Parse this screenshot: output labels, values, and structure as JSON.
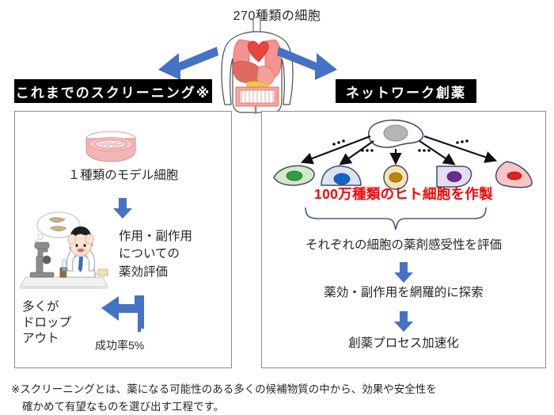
{
  "title": "270種類の細胞",
  "banners": {
    "left": "これまでのスクリーニング※",
    "right": "ネットワーク創薬"
  },
  "left_panel": {
    "model_cells": "１種類のモデル細胞",
    "evaluation_line1": "作用・副作用",
    "evaluation_line2": "についての",
    "evaluation_line3": "薬効評価",
    "dropout_line1": "多くが",
    "dropout_line2": "ドロップ",
    "dropout_line3": "アウト",
    "success_rate": "成功率5%",
    "petri_dish_icon": "petri-dish-icon",
    "scientist_icon": "distressed-scientist-icon"
  },
  "right_panel": {
    "make_cells": "100万種類のヒト細胞を作製",
    "sensitivity": "それぞれの細胞の薬剤感受性を評価",
    "explore": "薬効・副作用を網羅的に探索",
    "accelerate": "創薬プロセス加速化",
    "ellipsis": "...",
    "cells": [
      {
        "name": "green-cell",
        "color": "#2f9e44",
        "fill": "#d6e8c8"
      },
      {
        "name": "blue-cell",
        "color": "#1565C0",
        "fill": "#dbe5f1"
      },
      {
        "name": "gold-cell",
        "color": "#b8860b",
        "fill": "#f7e3b5"
      },
      {
        "name": "purple-cell",
        "color": "#6a2c91",
        "fill": "#e6ddf0"
      },
      {
        "name": "red-cell",
        "color": "#e02020",
        "fill": "#f7c5c5"
      }
    ],
    "stem_cell": {
      "name": "stem-cell",
      "nucleus": "#b5b5b5",
      "fill": "#ffffff"
    }
  },
  "footnote": {
    "line1": "※スクリーニングとは、薬になる可能性のある多くの候補物質の中から、効果や安全性を",
    "line2": "確かめて有望なものを選び出す工程です。"
  },
  "colors": {
    "arrow_blue": "#4472C4",
    "banner_bg": "#000000",
    "banner_text": "#FFFFFF",
    "accent_red": "#FF0000",
    "panel_border": "#8C8C8C",
    "body_text": "#262626"
  }
}
